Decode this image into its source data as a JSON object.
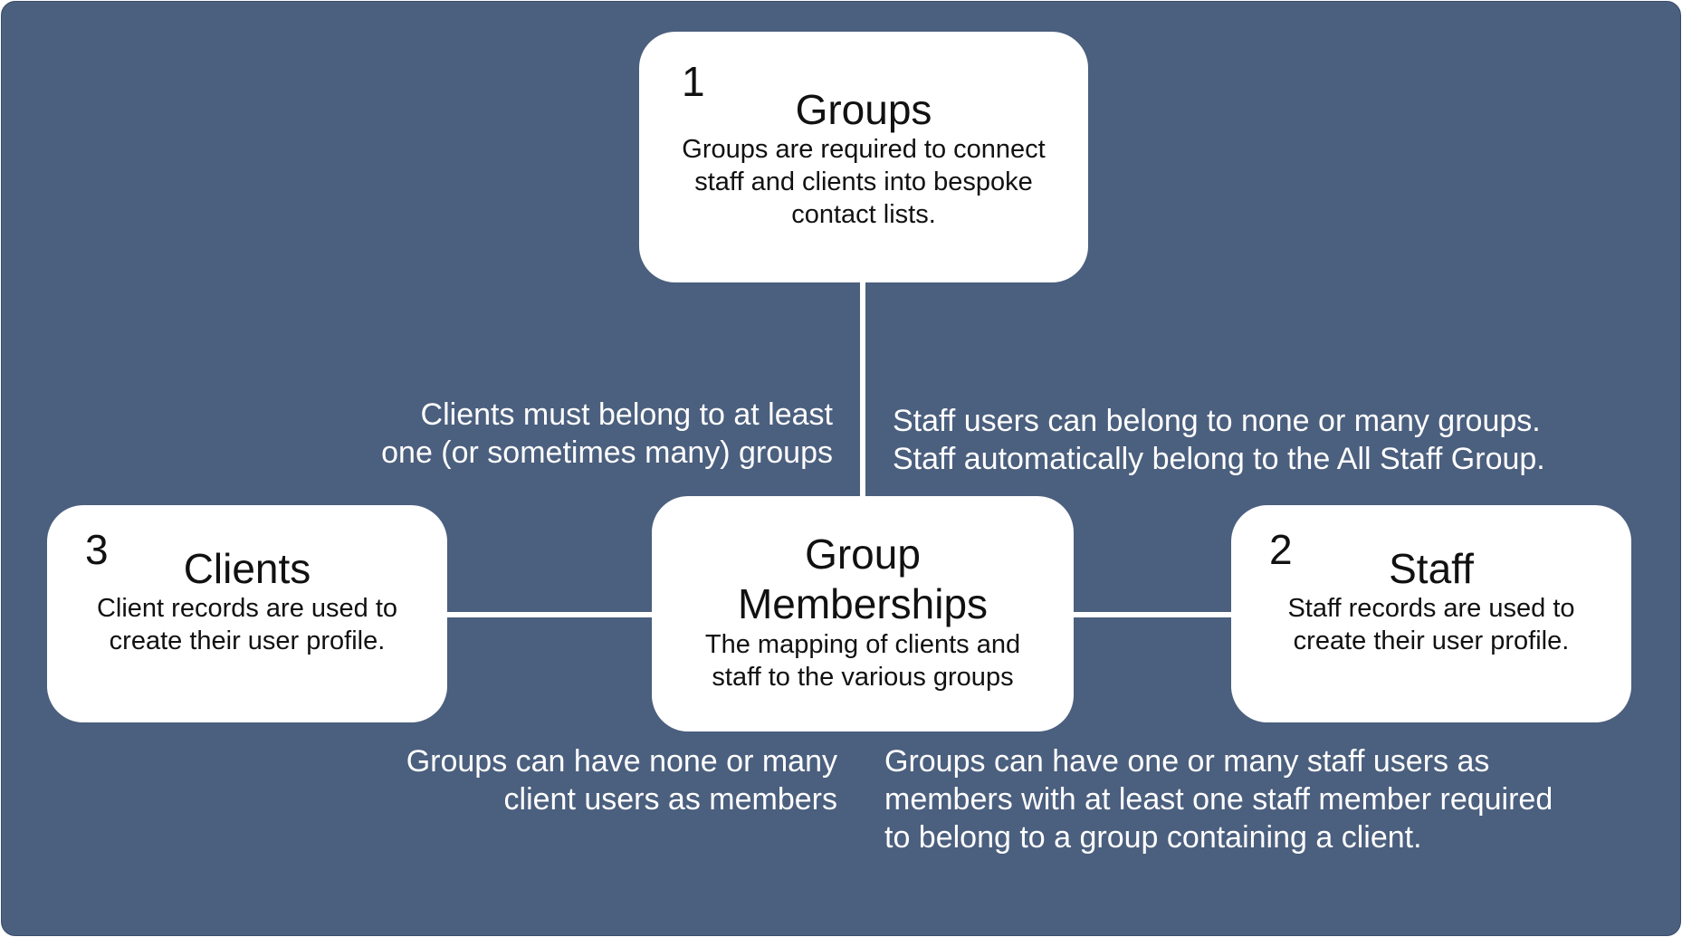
{
  "diagram": {
    "groups": {
      "number": "1",
      "title": "Groups",
      "description": "Groups are required to connect staff and clients into bespoke contact lists."
    },
    "memberships": {
      "title_line1": "Group",
      "title_line2": "Memberships",
      "description": "The mapping of clients and staff to the various groups"
    },
    "clients": {
      "number": "3",
      "title": "Clients",
      "description": "Client records are used to create their user profile."
    },
    "staff": {
      "number": "2",
      "title": "Staff",
      "description": "Staff records are used to create their user profile."
    },
    "notes": {
      "clients_to_groups": "Clients must belong to at least\none (or sometimes many) groups",
      "staff_to_groups": "Staff users can belong to none or many groups.\nStaff automatically belong to the All Staff Group.",
      "groups_to_clients": "Groups can have none or many\nclient users as members",
      "groups_to_staff": "Groups can have one or many staff users as\nmembers with at least one staff member required\nto belong to a group containing a client."
    }
  },
  "colors": {
    "background": "#4b5f7e",
    "box": "#ffffff",
    "text_on_background": "#ffffff",
    "text_on_box": "#111111"
  }
}
